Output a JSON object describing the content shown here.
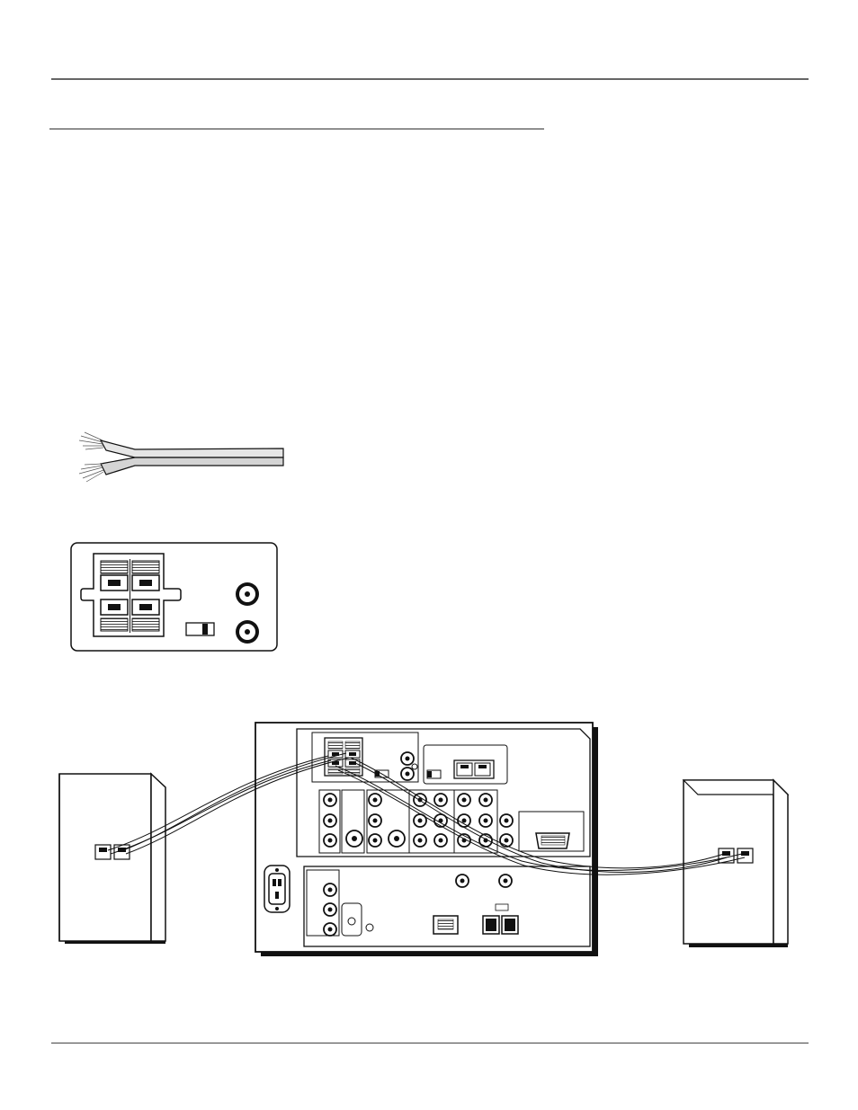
{
  "page": {
    "header_rule": true,
    "section_rule": true,
    "footer_rule": true
  },
  "figures": {
    "wire": {
      "name": "speaker-wire-illustration"
    },
    "panel": {
      "name": "speaker-terminal-panel-closeup"
    },
    "hookup": {
      "name": "tv-back-panel-speaker-hookup"
    }
  },
  "colors": {
    "ink": "#111111",
    "rule": "#666666",
    "wire_fill": "#d8d8d8",
    "shadow": "#111111"
  }
}
